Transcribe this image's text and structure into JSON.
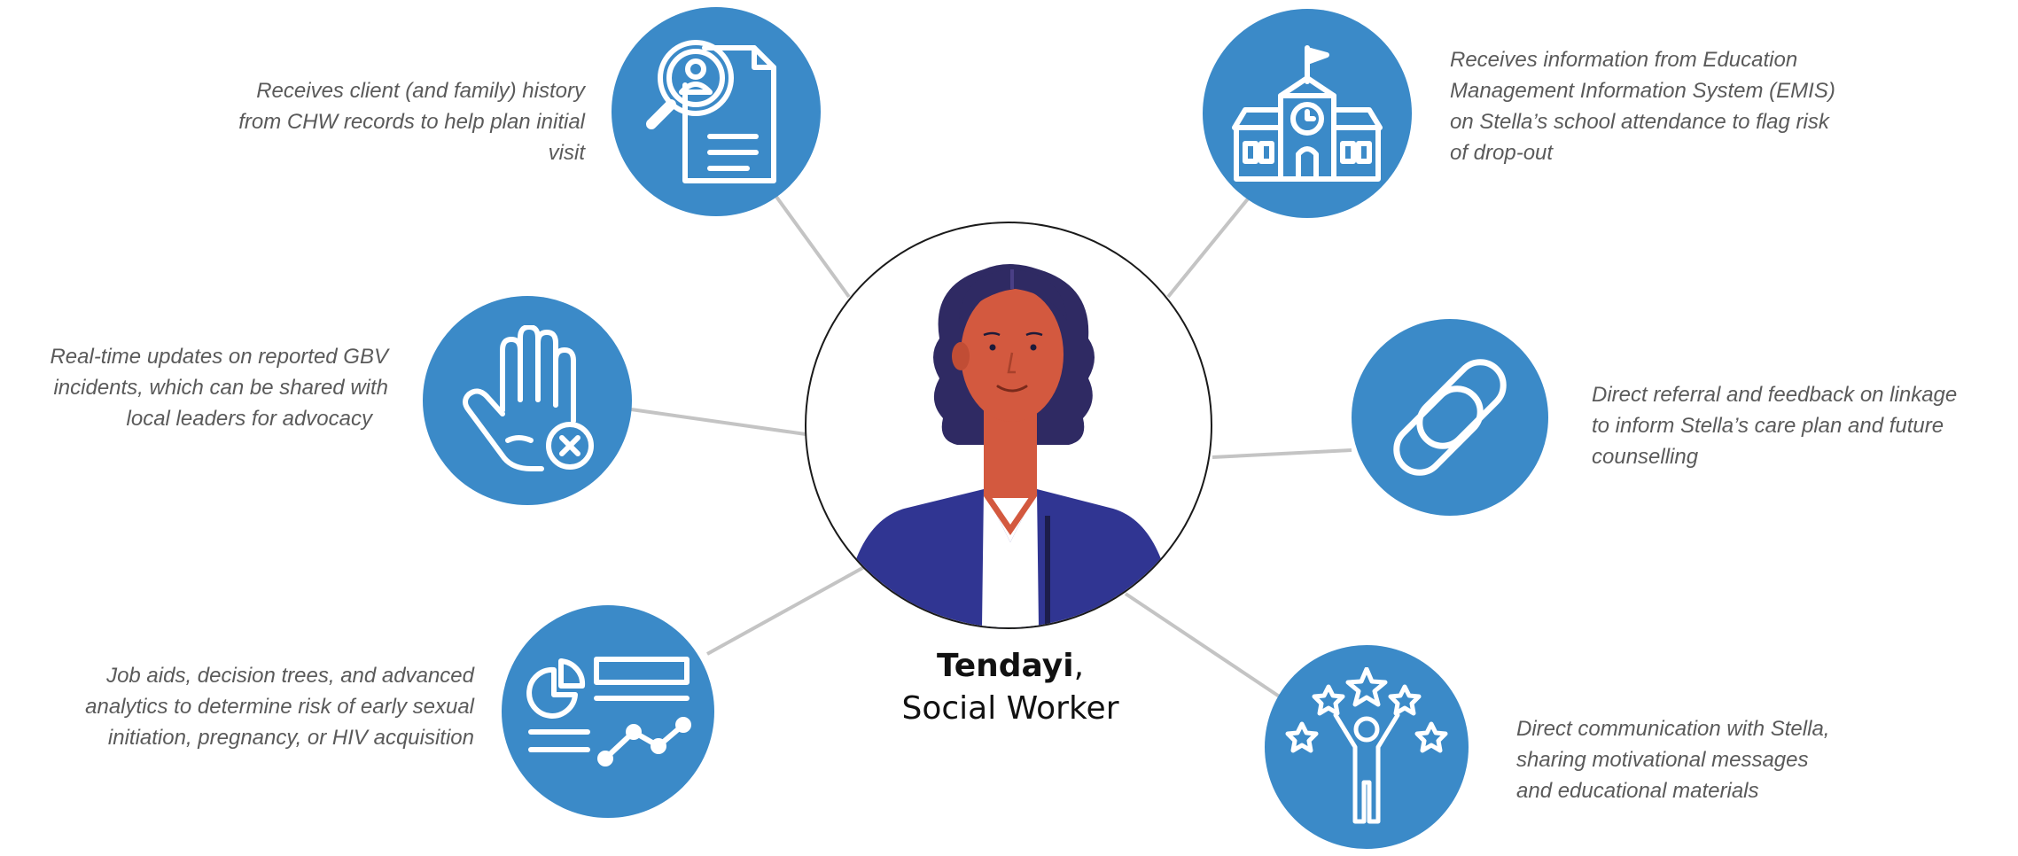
{
  "person": {
    "name": "Tendayi",
    "separator": ",",
    "role": "Social Worker"
  },
  "colors": {
    "node_fill": "#3b8ac8",
    "connector": "#c4c4c4",
    "caption_text": "#5a5a5a",
    "skin": "#d3593f",
    "hair": "#2f2a63",
    "jacket": "#303592"
  },
  "nodes": [
    {
      "icon": "document-search-icon",
      "caption_lines": [
        "Receives client (and family) history",
        "from CHW records to help plan initial",
        "visit"
      ]
    },
    {
      "icon": "school-building-icon",
      "caption_lines": [
        "Receives information from Education",
        "Management Information System (EMIS)",
        "on Stella’s school attendance to flag risk",
        "of drop-out"
      ]
    },
    {
      "icon": "stop-hand-icon",
      "caption_lines": [
        "Real-time updates on reported GBV",
        "incidents, which can be shared with",
        "local leaders for advocacy"
      ]
    },
    {
      "icon": "chain-link-icon",
      "caption_lines": [
        "Direct referral and feedback on linkage",
        "to inform Stella’s care plan and future",
        "counselling"
      ]
    },
    {
      "icon": "analytics-dashboard-icon",
      "caption_lines": [
        "Job aids, decision trees, and advanced",
        "analytics to determine risk of early sexual",
        "initiation, pregnancy, or HIV acquisition"
      ]
    },
    {
      "icon": "celebrating-person-stars-icon",
      "caption_lines": [
        "Direct communication with Stella,",
        "sharing motivational messages",
        "and educational materials"
      ]
    }
  ]
}
